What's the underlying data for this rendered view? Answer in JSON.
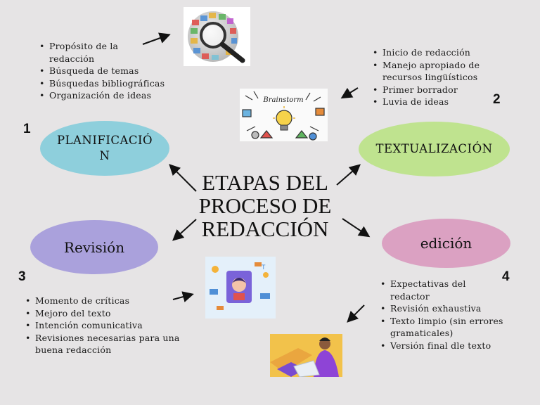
{
  "title": {
    "line1": "ETAPAS DEL",
    "line2": "PROCESO DE",
    "line3": "REDACCIÓN"
  },
  "stages": {
    "planificacion": {
      "number": "1",
      "label": "PLANIFICACIÓN",
      "color": "#8ecfdc",
      "items": [
        "Propósito de la redacción",
        "Búsqueda de temas",
        "Búsquedas bibliográficas",
        "Organización de ideas"
      ]
    },
    "textualizacion": {
      "number": "2",
      "label": "TEXTUALIZACIÓN",
      "color": "#bfe38f",
      "items": [
        "Inicio de redacción",
        "Manejo apropiado de recursos lingüísticos",
        "Primer borrador",
        "Luvia de ideas"
      ]
    },
    "revision": {
      "number": "3",
      "label": "Revisión",
      "color": "#aaa1dc",
      "items": [
        "Momento de críticas",
        "Mejoro del texto",
        "Intención comunicativa",
        "Revisiones necesarias para una buena redacción"
      ]
    },
    "edicion": {
      "number": "4",
      "label": "edición",
      "color": "#dba1c2",
      "items": [
        "Expectativas del redactor",
        "Revisión exhaustiva",
        "Texto limpio (sin errores gramaticales)",
        "Versión final dle texto"
      ]
    }
  },
  "images": {
    "brainstorm_text": "Brainstorm"
  },
  "icons": [
    "magnifier-globe-image",
    "brainstorm-image",
    "digital-profile-image",
    "laptop-person-image"
  ]
}
